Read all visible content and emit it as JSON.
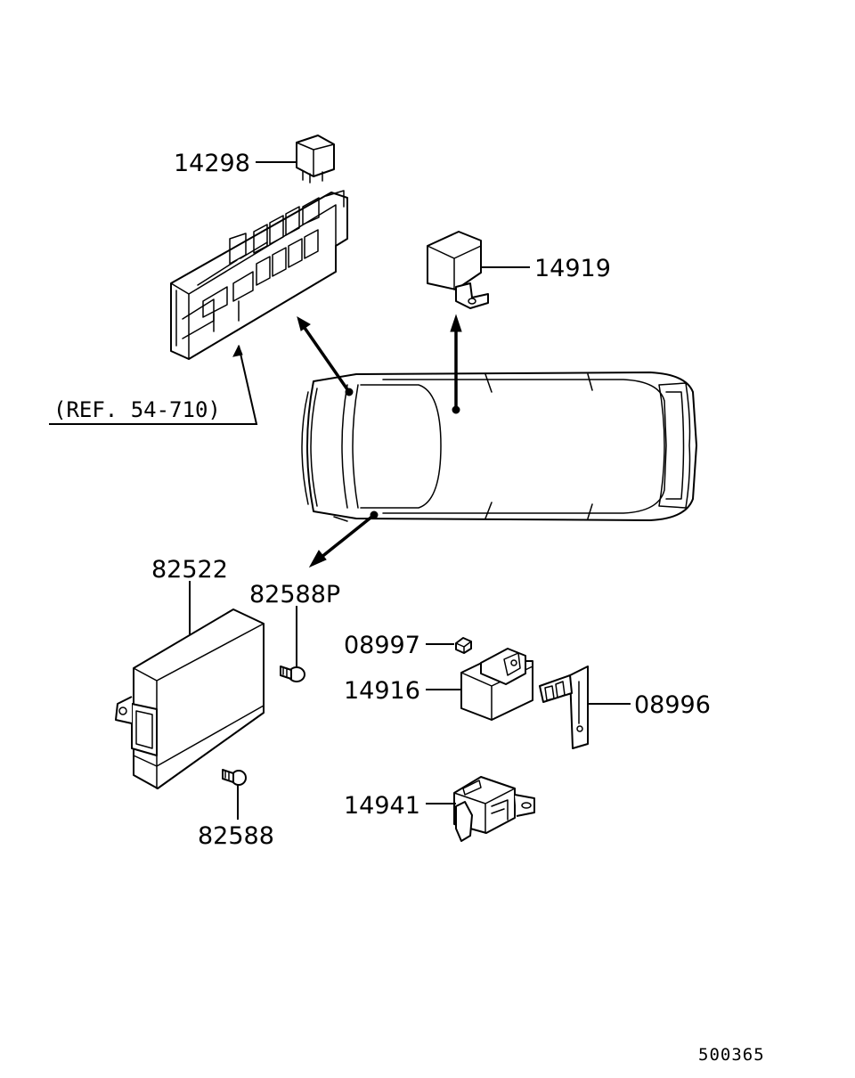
{
  "diagram": {
    "parts": [
      {
        "id": "relay-top",
        "number": "14298"
      },
      {
        "id": "relay-box",
        "number": "14919"
      },
      {
        "id": "control-unit",
        "number": "82522"
      },
      {
        "id": "bolt-upper",
        "number": "82588P"
      },
      {
        "id": "screw-small",
        "number": "08997"
      },
      {
        "id": "flasher-relay",
        "number": "14916"
      },
      {
        "id": "bracket",
        "number": "08996"
      },
      {
        "id": "bolt-lower",
        "number": "82588"
      },
      {
        "id": "relay-clip",
        "number": "14941"
      }
    ],
    "reference": "(REF. 54-710)",
    "drawing_code": "500365"
  }
}
